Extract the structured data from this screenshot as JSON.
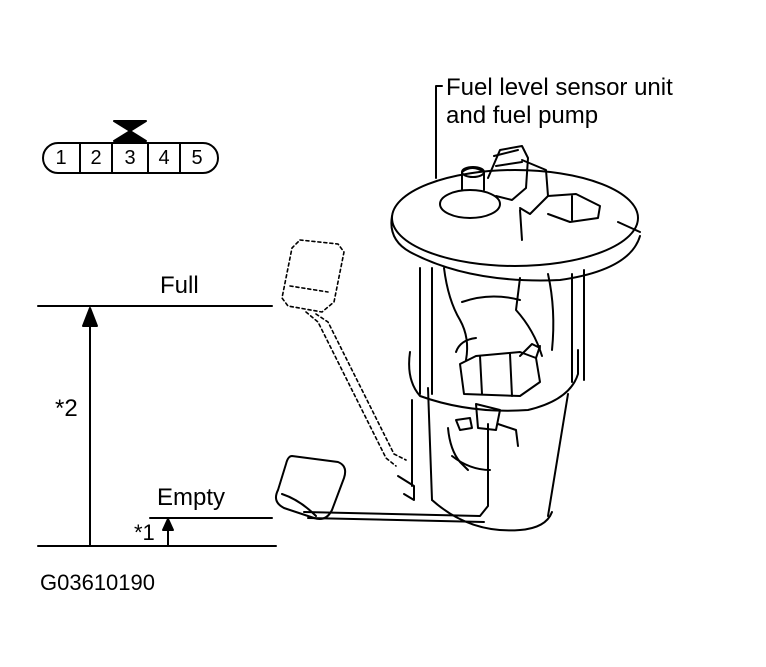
{
  "title": {
    "line1": "Fuel level sensor unit",
    "line2": "and fuel pump"
  },
  "levels": {
    "full": "Full",
    "empty": "Empty"
  },
  "notes": {
    "n2": "*2",
    "n1": "*1"
  },
  "connector": {
    "pins": [
      "1",
      "2",
      "3",
      "4",
      "5"
    ],
    "marked_pin": "3"
  },
  "figure_code": "G03610190",
  "colors": {
    "ink": "#000000",
    "paper": "#ffffff"
  }
}
